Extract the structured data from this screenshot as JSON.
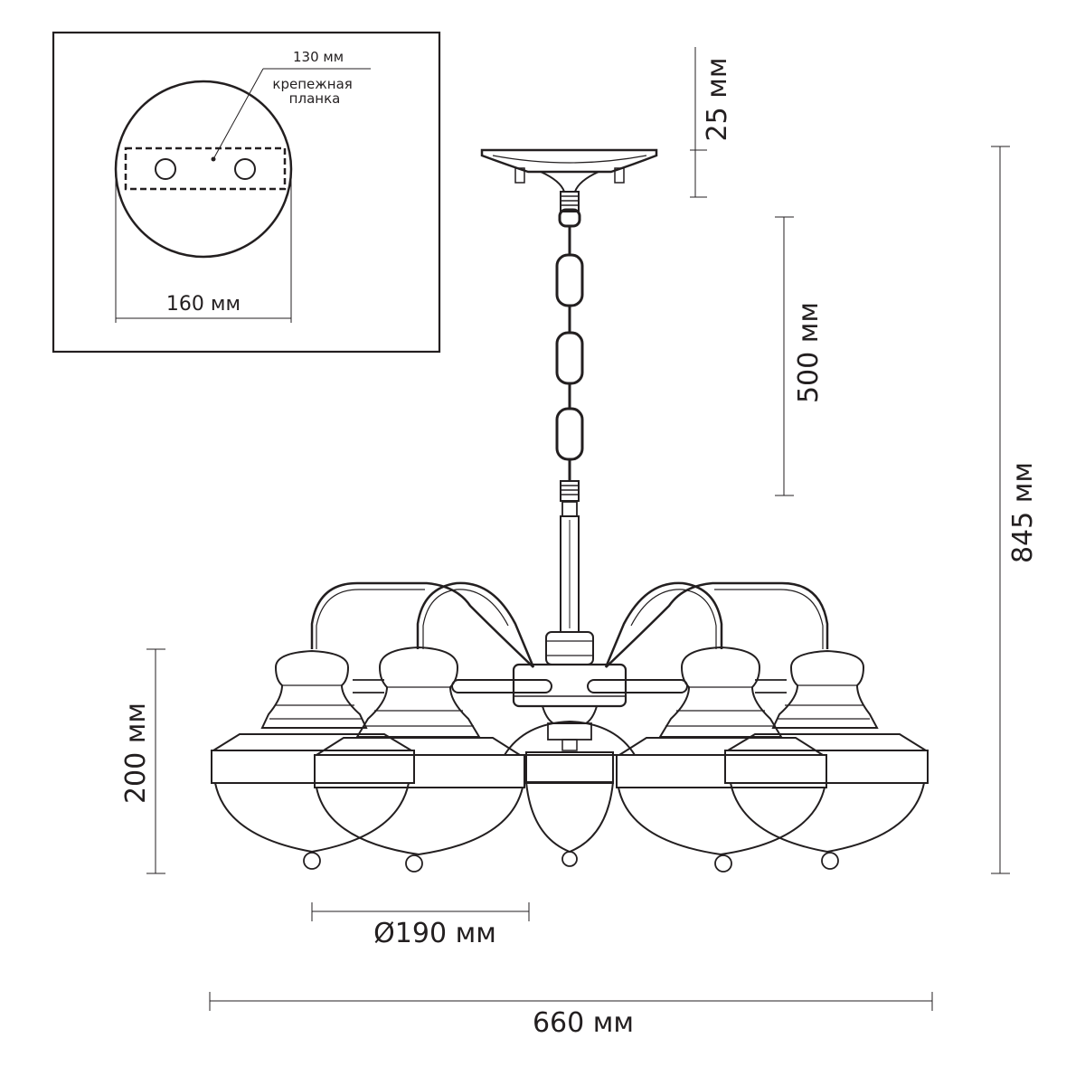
{
  "inset": {
    "plate_width_label": "130 мм",
    "plate_name_label": "крепежная\nпланка",
    "canopy_diameter_label": "160 мм"
  },
  "dimensions": {
    "canopy_height": "25 мм",
    "chain_length": "500 мм",
    "total_height": "845 мм",
    "shade_height": "200 мм",
    "shade_diameter": "Ø190 мм",
    "total_width": "660 мм"
  },
  "colors": {
    "line": "#231f20",
    "background": "#ffffff"
  }
}
